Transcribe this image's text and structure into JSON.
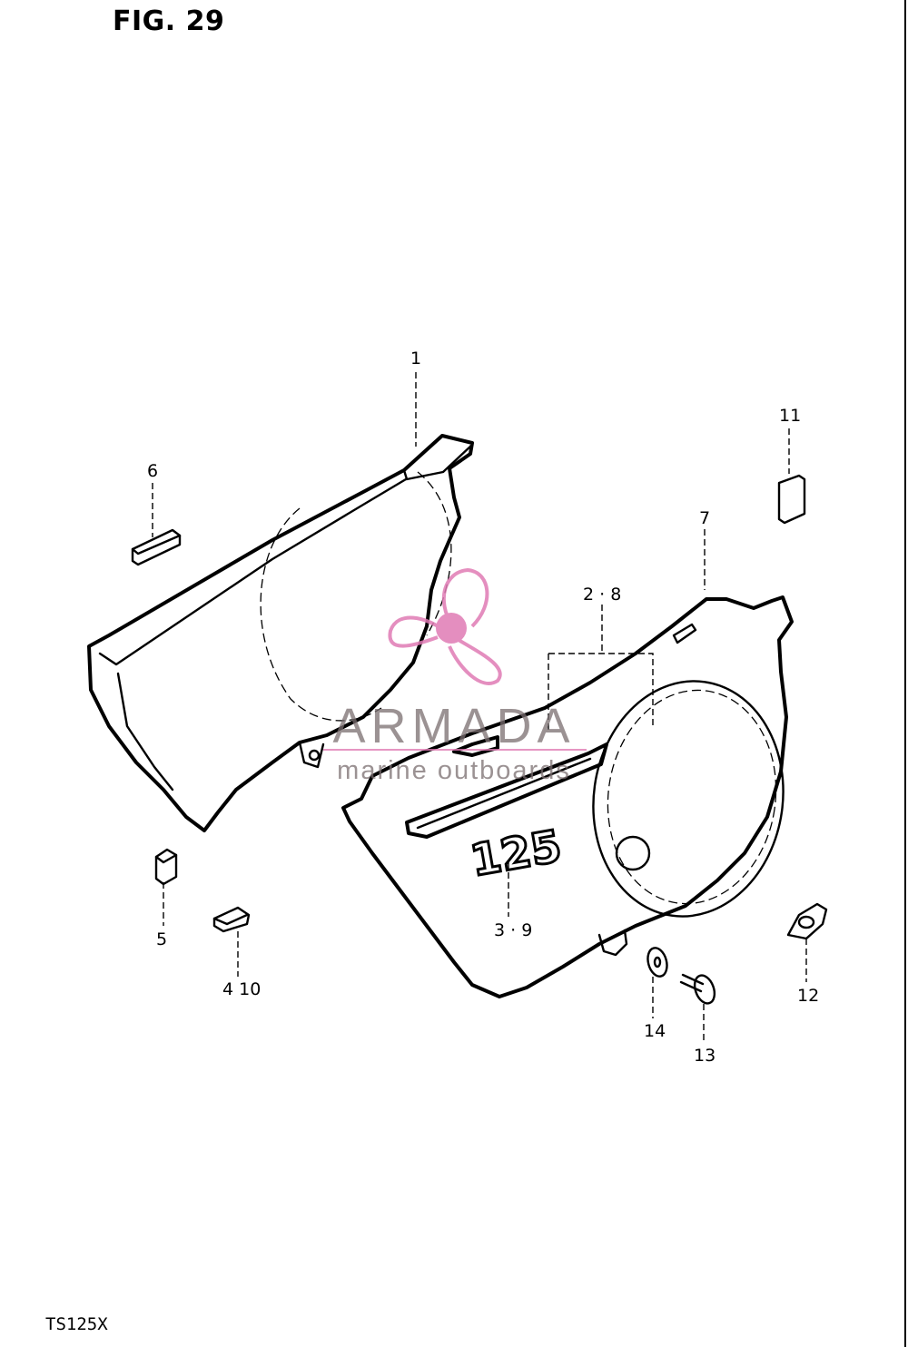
{
  "figure": {
    "title": "FIG. 29",
    "model": "TS125X"
  },
  "watermark": {
    "brand": "ARMADA",
    "tagline": "marine outboards",
    "icon": "propeller-icon",
    "colors": {
      "propeller": "#e07bb4",
      "text": "#7a6e70"
    }
  },
  "decal": {
    "text": "125"
  },
  "callouts": [
    {
      "id": "1",
      "label": "1"
    },
    {
      "id": "6",
      "label": "6"
    },
    {
      "id": "11",
      "label": "11"
    },
    {
      "id": "7",
      "label": "7"
    },
    {
      "id": "2-8",
      "label": "2 · 8"
    },
    {
      "id": "3-9",
      "label": "3 · 9"
    },
    {
      "id": "5",
      "label": "5"
    },
    {
      "id": "4-10",
      "label": "4 10"
    },
    {
      "id": "12",
      "label": "12"
    },
    {
      "id": "14",
      "label": "14"
    },
    {
      "id": "13",
      "label": "13"
    }
  ]
}
